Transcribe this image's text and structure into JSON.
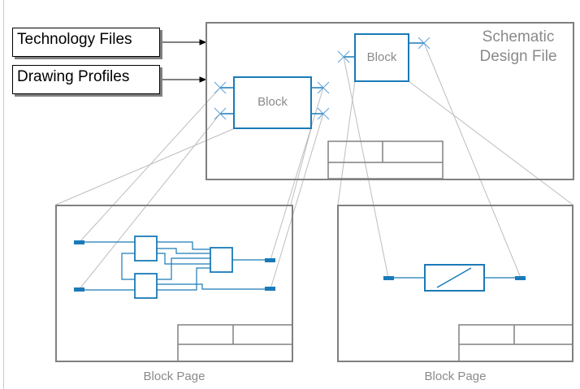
{
  "input_files": {
    "technology_files": "Technology Files",
    "drawing_profiles": "Drawing Profiles"
  },
  "schematic_design_file": {
    "line1": "Schematic",
    "line2": "Design File"
  },
  "blocks": {
    "left": "Block",
    "right": "Block"
  },
  "pages": {
    "left_caption": "Block Page",
    "right_caption": "Block Page"
  },
  "colors": {
    "frame": "#808080",
    "block": "#1a7ab8",
    "connector": "#bdbdbd",
    "label_text": "#8a8a8a"
  }
}
